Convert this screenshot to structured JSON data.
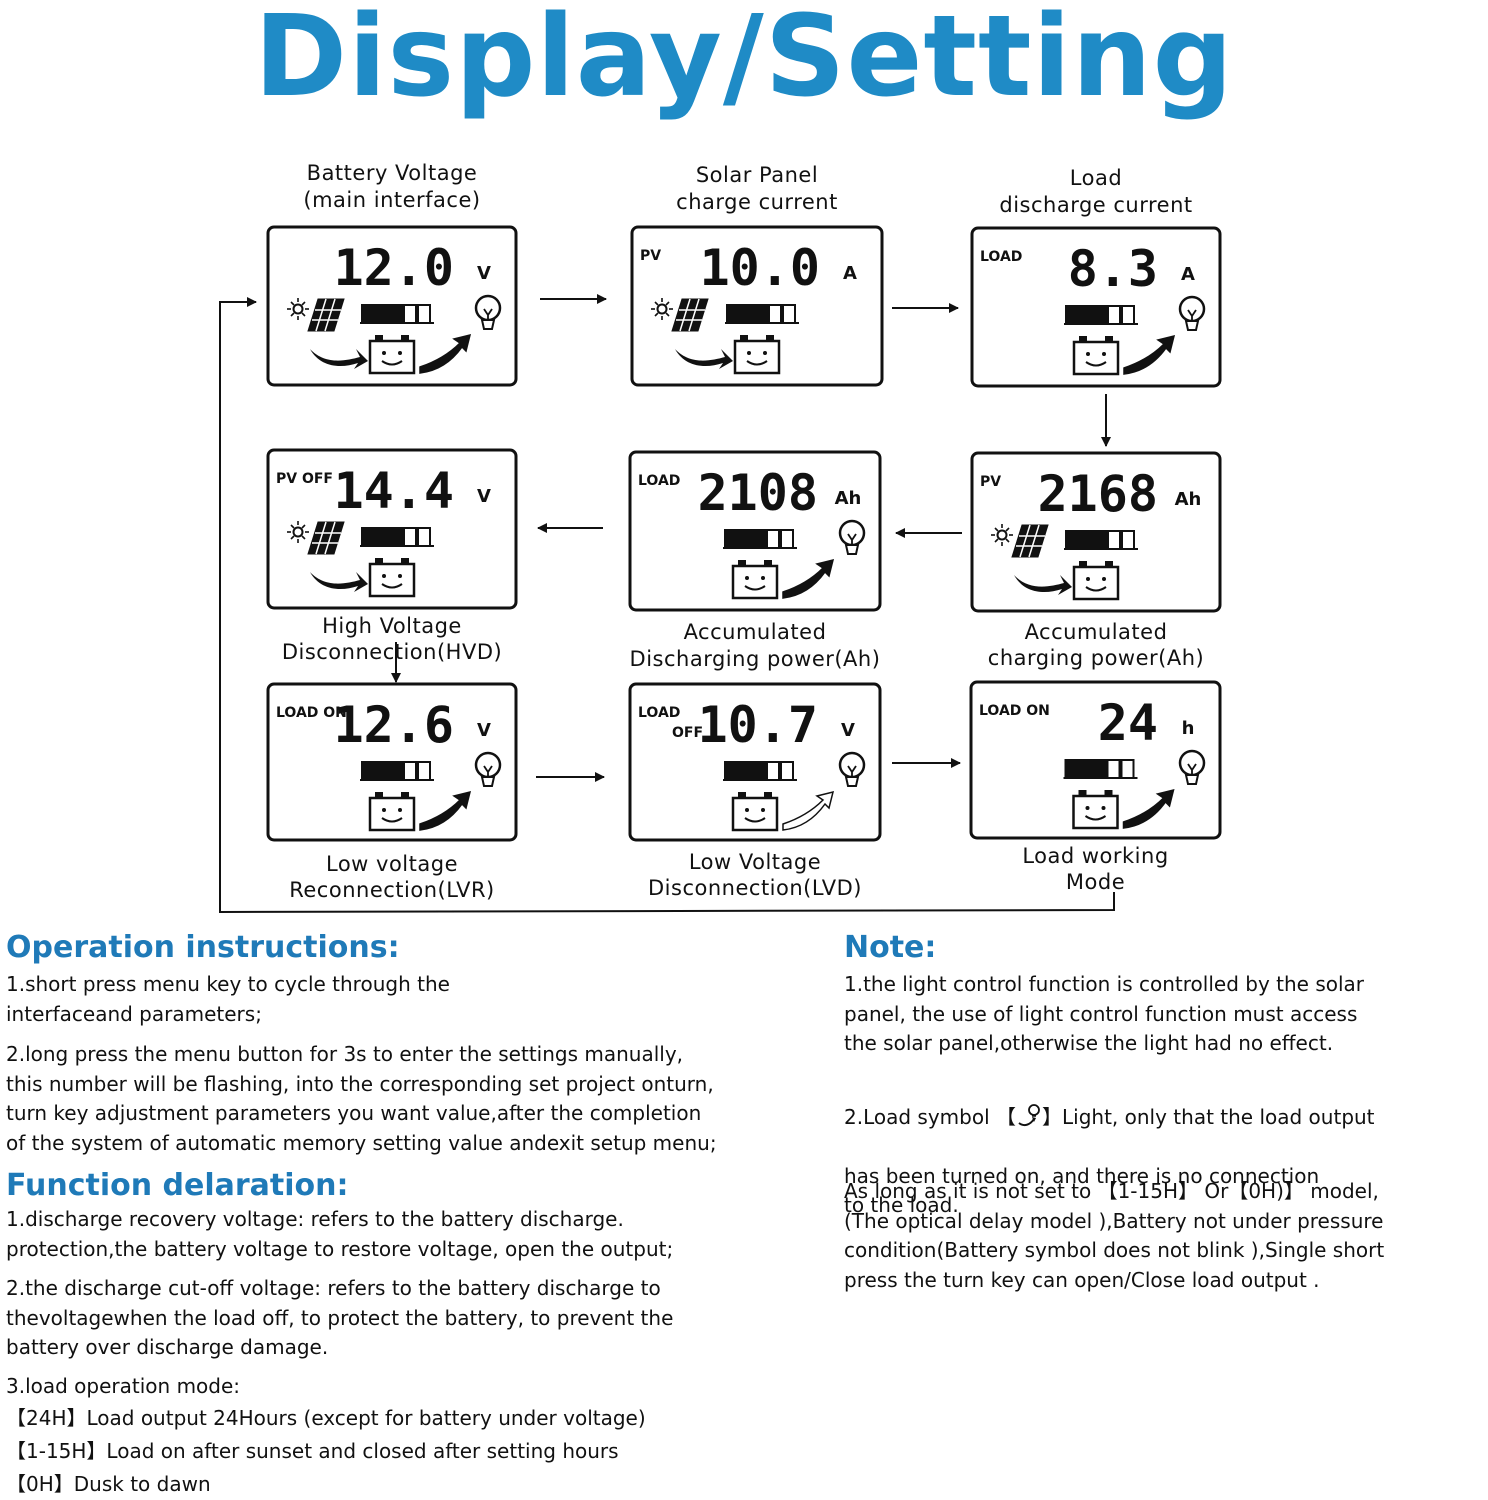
{
  "title": "Display/Setting",
  "screens": [
    {
      "caption1": "Battery Voltage",
      "caption2": "(main interface)",
      "label": "",
      "label2": "",
      "value": "12.0",
      "unit": "V",
      "solar": true,
      "bulb": true,
      "left_arrow": true,
      "right_arrow": true
    },
    {
      "caption1": "Solar Panel",
      "caption2": "charge current",
      "label": "PV",
      "label2": "",
      "value": "10.0",
      "unit": "A",
      "solar": true,
      "bulb": false,
      "left_arrow": true,
      "right_arrow": false
    },
    {
      "caption1": "Load",
      "caption2": "discharge current",
      "label": "LOAD",
      "label2": "",
      "value": "8.3",
      "unit": "A",
      "solar": false,
      "bulb": true,
      "left_arrow": false,
      "right_arrow": true
    },
    {
      "caption1": "High Voltage",
      "caption2": "Disconnection(HVD)",
      "label": "PV OFF",
      "label2": "",
      "value": "14.4",
      "unit": "V",
      "solar": true,
      "bulb": false,
      "left_arrow": true,
      "right_arrow": false
    },
    {
      "caption1": "Accumulated",
      "caption2": "Discharging power(Ah)",
      "label": "LOAD",
      "label2": "",
      "value": "2108",
      "unit": "Ah",
      "solar": false,
      "bulb": true,
      "left_arrow": false,
      "right_arrow": true
    },
    {
      "caption1": "Accumulated",
      "caption2": "charging power(Ah)",
      "label": "PV",
      "label2": "",
      "value": "2168",
      "unit": "Ah",
      "solar": true,
      "bulb": false,
      "left_arrow": true,
      "right_arrow": false
    },
    {
      "caption1": "Low voltage",
      "caption2": "Reconnection(LVR)",
      "label": "LOAD ON",
      "label2": "",
      "value": "12.6",
      "unit": "V",
      "solar": false,
      "bulb": true,
      "left_arrow": false,
      "right_arrow": true
    },
    {
      "caption1": "Low Voltage",
      "caption2": "Disconnection(LVD)",
      "label": "LOAD",
      "label2": "OFF",
      "value": "10.7",
      "unit": "V",
      "solar": false,
      "bulb": true,
      "left_arrow": false,
      "right_arrow": true
    },
    {
      "caption1": "Load working",
      "caption2": "Mode",
      "label": "LOAD ON",
      "label2": "",
      "value": "24",
      "unit": "h",
      "solar": false,
      "bulb": true,
      "left_arrow": false,
      "right_arrow": true
    }
  ],
  "operation": {
    "heading": "Operation instructions:",
    "p1": "1.short press menu key to cycle through the\ninterfaceand parameters;",
    "p2": "2.long press the menu button for 3s to enter the settings manually,\nthis number will be flashing, into the corresponding set project onturn,\nturn key adjustment parameters you want value,after the completion\nof the system of automatic memory setting value andexit setup menu;"
  },
  "function": {
    "heading": "Function delaration:",
    "p1": "1.discharge recovery voltage: refers to the battery discharge.\nprotection,the battery voltage to restore voltage, open the output;",
    "p2": "2.the discharge cut-off voltage: refers to the battery discharge to\nthevoltagewhen the load off, to protect the battery, to prevent the\nbattery over discharge damage.",
    "p3": "3.load operation mode:",
    "m1": "【24H】Load output 24Hours (except for battery under voltage)",
    "m2": "【1-15H】Load on after sunset and closed after setting hours",
    "m3": "【0H】Dusk to dawn"
  },
  "note": {
    "heading": "Note:",
    "p1": "1.the light control function is controlled by the solar\npanel, the use of light control function must access\nthe solar panel,otherwise the light had no effect.",
    "p2a": "2.Load symbol 【",
    "p2b": "】Light, only that the load output",
    "p2c": "has been turned on, and there is no connection\nto the load.",
    "p3": "As long as it is not set to 【1-15H】 Or【0H)】 model,\n(The optical delay model ),Battery not under pressure\ncondition(Battery symbol does not blink ),Single short\npress the turn key can open/Close load output ."
  }
}
